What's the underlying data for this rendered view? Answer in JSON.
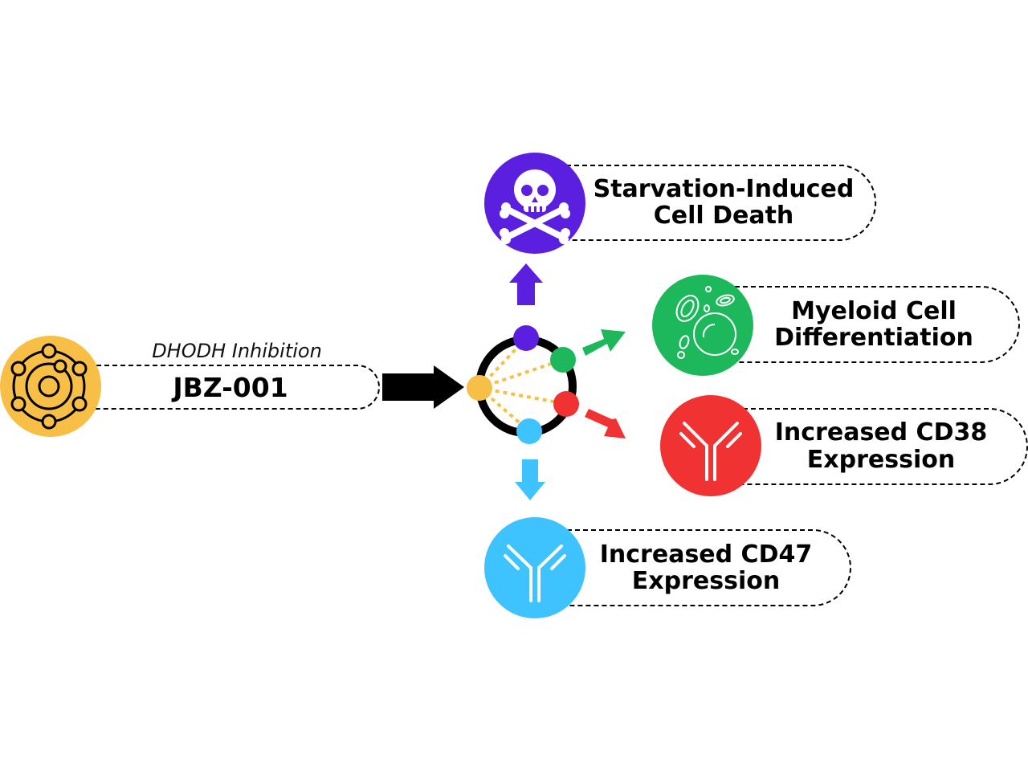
{
  "drug": {
    "subtitle": "DHODH Inhibition",
    "name": "JBZ-001",
    "icon": "molecule-icon",
    "color": "#f7bf45"
  },
  "outcomes": [
    {
      "id": "death",
      "line1": "Starvation-Induced",
      "line2": "Cell Death",
      "icon": "skull-crossbones-icon",
      "color": "#5b1fe0"
    },
    {
      "id": "myeloid",
      "line1": "Myeloid Cell",
      "line2": "Differentiation",
      "icon": "cells-icon",
      "color": "#1eb85c"
    },
    {
      "id": "cd38",
      "line1": "Increased CD38",
      "line2": "Expression",
      "icon": "antibody-icon",
      "color": "#f03232"
    },
    {
      "id": "cd47",
      "line1": "Increased CD47",
      "line2": "Expression",
      "icon": "antibody-icon",
      "color": "#3ec3ff"
    }
  ],
  "hub": {
    "node_colors": [
      "#f7bf45",
      "#5b1fe0",
      "#1eb85c",
      "#f03232",
      "#3ec3ff"
    ],
    "ring_color": "#000000"
  }
}
